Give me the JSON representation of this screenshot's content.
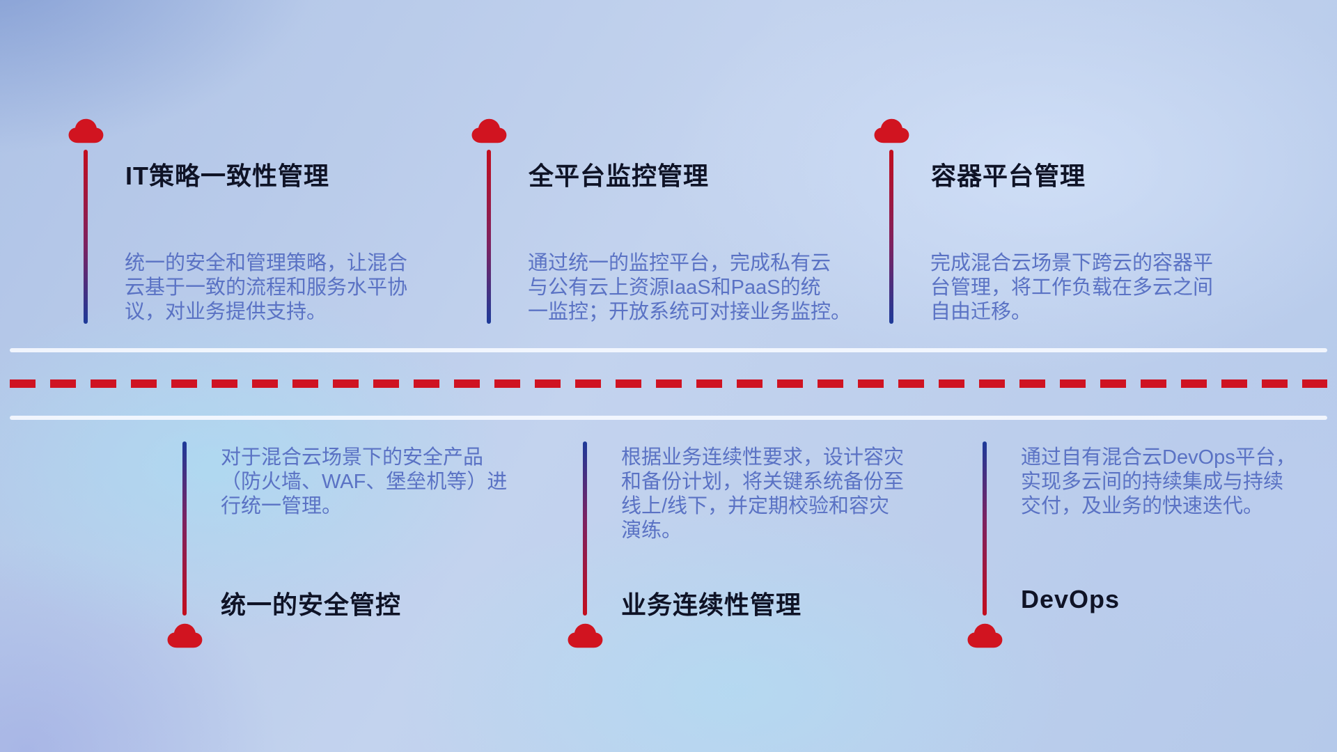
{
  "diagram_title": "",
  "icons": {
    "marker": "cloud-icon"
  },
  "colors": {
    "cloud_red": "#d11420",
    "accent_red": "#cf1322",
    "stem_red": "#c30d1d",
    "stem_blue": "#1d3a99",
    "title_color": "#0f1326",
    "desc_color": "#5a72c4",
    "rail_white": "#f7faff"
  },
  "sections": {
    "top": [
      {
        "title": "IT策略一致性管理",
        "description": "统一的安全和管理策略，让混合\n云基于一致的流程和服务水平协\n议，对业务提供支持。"
      },
      {
        "title": "全平台监控管理",
        "description": "通过统一的监控平台，完成私有云\n与公有云上资源IaaS和PaaS的统\n一监控；开放系统可对接业务监控。"
      },
      {
        "title": "容器平台管理",
        "description": "完成混合云场景下跨云的容器平\n台管理，将工作负载在多云之间\n自由迁移。"
      }
    ],
    "bottom": [
      {
        "title": "统一的安全管控",
        "description": "对于混合云场景下的安全产品\n（防火墙、WAF、堡垒机等）进\n行统一管理。"
      },
      {
        "title": "业务连续性管理",
        "description": "根据业务连续性要求，设计容灾\n和备份计划，将关键系统备份至\n线上/线下，并定期校验和容灾\n演练。"
      },
      {
        "title": "DevOps",
        "description": "通过自有混合云DevOps平台，\n实现多云间的持续集成与持续\n交付，及业务的快速迭代。"
      }
    ]
  }
}
